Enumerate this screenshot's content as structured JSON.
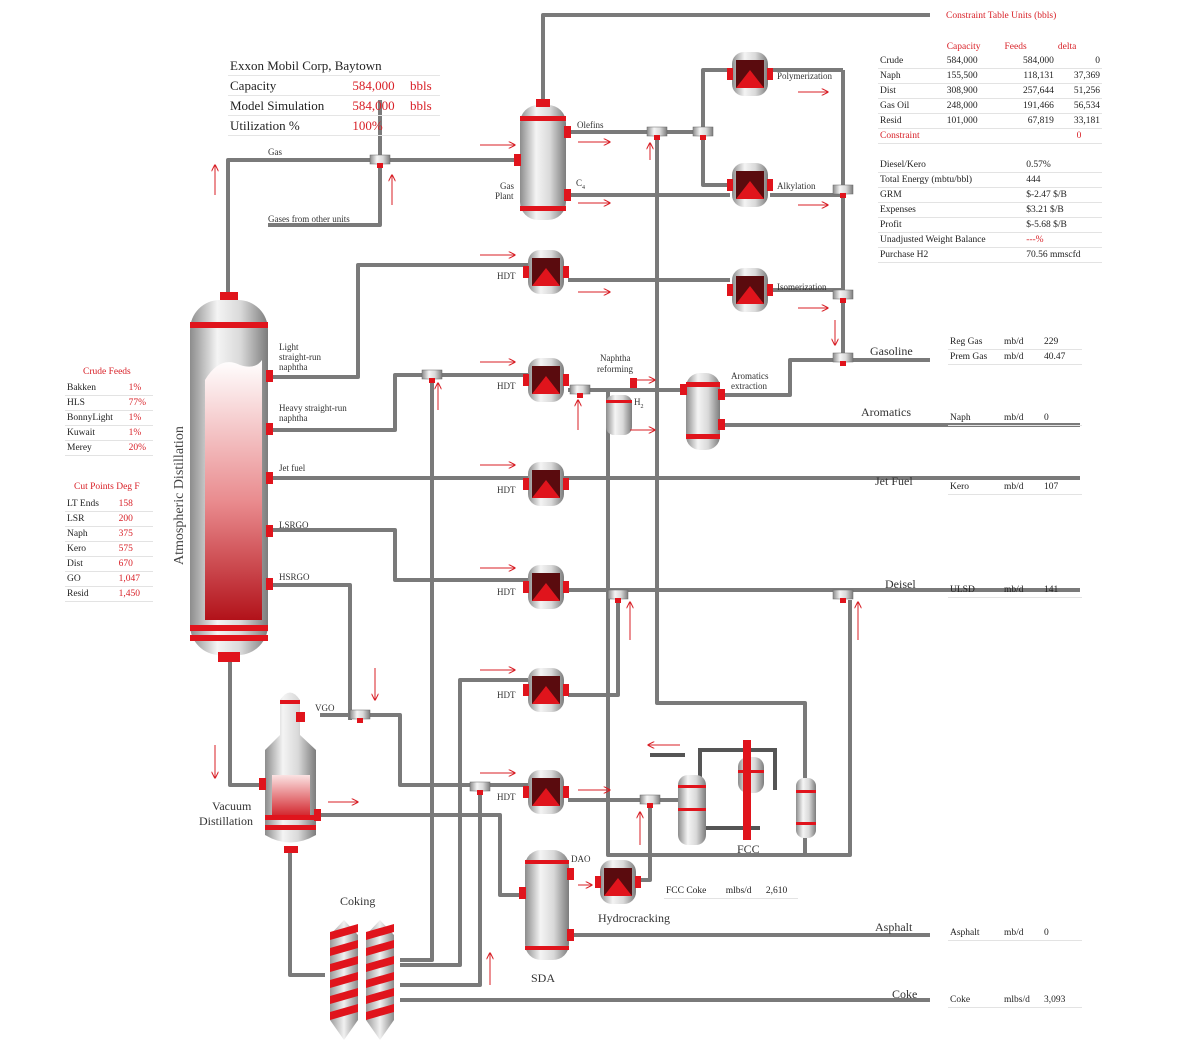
{
  "header": {
    "company": "Exxon Mobil Corp, Baytown",
    "rows": [
      {
        "label": "Capacity",
        "value": "584,000",
        "unit": "bbls"
      },
      {
        "label": "Model Simulation",
        "value": "584,000",
        "unit": "bbls"
      },
      {
        "label": "Utilization %",
        "value": "100%",
        "unit": ""
      }
    ]
  },
  "constraint_title": "Constraint Table Units (bbls)",
  "constraint_table": {
    "headers": [
      "Capacity",
      "Feeds",
      "delta"
    ],
    "rows": [
      {
        "name": "Crude",
        "capacity": "584,000",
        "feeds": "584,000",
        "delta": "0"
      },
      {
        "name": "Naph",
        "capacity": "155,500",
        "feeds": "118,131",
        "delta": "37,369"
      },
      {
        "name": "Dist",
        "capacity": "308,900",
        "feeds": "257,644",
        "delta": "51,256"
      },
      {
        "name": "Gas Oil",
        "capacity": "248,000",
        "feeds": "191,466",
        "delta": "56,534"
      },
      {
        "name": "Resid",
        "capacity": "101,000",
        "feeds": "67,819",
        "delta": "33,181"
      },
      {
        "name": "Constraint",
        "capacity": "",
        "feeds": "",
        "delta": "0"
      }
    ]
  },
  "economics": [
    {
      "name": "Diesel/Kero",
      "value": "0.57%"
    },
    {
      "name": "Total Energy (mbtu/bbl)",
      "value": "444"
    },
    {
      "name": "GRM",
      "value": "$-2.47 $/B"
    },
    {
      "name": "Expenses",
      "value": "$3.21 $/B"
    },
    {
      "name": "Profit",
      "value": "$-5.68 $/B"
    },
    {
      "name": "Unadjusted Weight Balance",
      "value": "---%"
    },
    {
      "name": "Purchase H2",
      "value": "70.56 mmscfd"
    }
  ],
  "crude_feeds": {
    "title": "Crude Feeds",
    "rows": [
      {
        "name": "Bakken",
        "value": "1%"
      },
      {
        "name": "HLS",
        "value": "77%"
      },
      {
        "name": "BonnyLight",
        "value": "1%"
      },
      {
        "name": "Kuwait",
        "value": "1%"
      },
      {
        "name": "Merey",
        "value": "20%"
      }
    ]
  },
  "cut_points": {
    "title": "Cut Points Deg F",
    "rows": [
      {
        "name": "LT Ends",
        "value": "158"
      },
      {
        "name": "LSR",
        "value": "200"
      },
      {
        "name": "Naph",
        "value": "375"
      },
      {
        "name": "Kero",
        "value": "575"
      },
      {
        "name": "Dist",
        "value": "670"
      },
      {
        "name": "GO",
        "value": "1,047"
      },
      {
        "name": "Resid",
        "value": "1,450"
      }
    ]
  },
  "products": [
    {
      "stream": "Gasoline",
      "lines": [
        {
          "name": "Reg Gas",
          "unit": "mb/d",
          "value": "229"
        },
        {
          "name": "Prem Gas",
          "unit": "mb/d",
          "value": "40.47"
        }
      ]
    },
    {
      "stream": "Aromatics",
      "lines": [
        {
          "name": "Naph",
          "unit": "mb/d",
          "value": "0"
        }
      ]
    },
    {
      "stream": "Jet Fuel",
      "lines": [
        {
          "name": "Kero",
          "unit": "mb/d",
          "value": "107"
        }
      ]
    },
    {
      "stream": "Deisel",
      "lines": [
        {
          "name": "ULSD",
          "unit": "mb/d",
          "value": "141"
        }
      ]
    },
    {
      "stream": "Asphalt",
      "lines": [
        {
          "name": "Asphalt",
          "unit": "mb/d",
          "value": "0"
        }
      ]
    },
    {
      "stream": "Coke",
      "lines": [
        {
          "name": "Coke",
          "unit": "mlbs/d",
          "value": "3,093"
        }
      ]
    }
  ],
  "fcc_coke": {
    "name": "FCC Coke",
    "unit": "mlbs/d",
    "value": "2,610"
  },
  "labels": {
    "atmospheric": "Atmospheric Distillation",
    "gas": "Gas",
    "gases_other": "Gases from other units",
    "gas_plant_1": "Gas",
    "gas_plant_2": "Plant",
    "olefins": "Olefins",
    "c4": "C",
    "c4_sub": "4",
    "polymerization": "Polymerization",
    "alkylation": "Alkylation",
    "isomerization": "Isomerization",
    "hdt": "HDT",
    "lsrn_1": "Light",
    "lsrn_2": "straight-run",
    "lsrn_3": "naphtha",
    "hsrn_1": "Heavy straight-run",
    "hsrn_2": "naphtha",
    "naphtha_ref_1": "Naphtha",
    "naphtha_ref_2": "reforming",
    "h2": "H",
    "h2_sub": "2",
    "arom_ext_1": "Aromatics",
    "arom_ext_2": "extraction",
    "jet_fuel": "Jet fuel",
    "lsrgo": "LSRGO",
    "hsrgo": "HSRGO",
    "vgo": "VGO",
    "vacuum_1": "Vacuum",
    "vacuum_2": "Distillation",
    "coking": "Coking",
    "sda": "SDA",
    "dao": "DAO",
    "hydrocracking": "Hydrocracking",
    "fcc": "FCC"
  },
  "colors": {
    "pipe": "#7a7a7a",
    "accent": "#e0141c",
    "arrow": "#d81f26"
  }
}
